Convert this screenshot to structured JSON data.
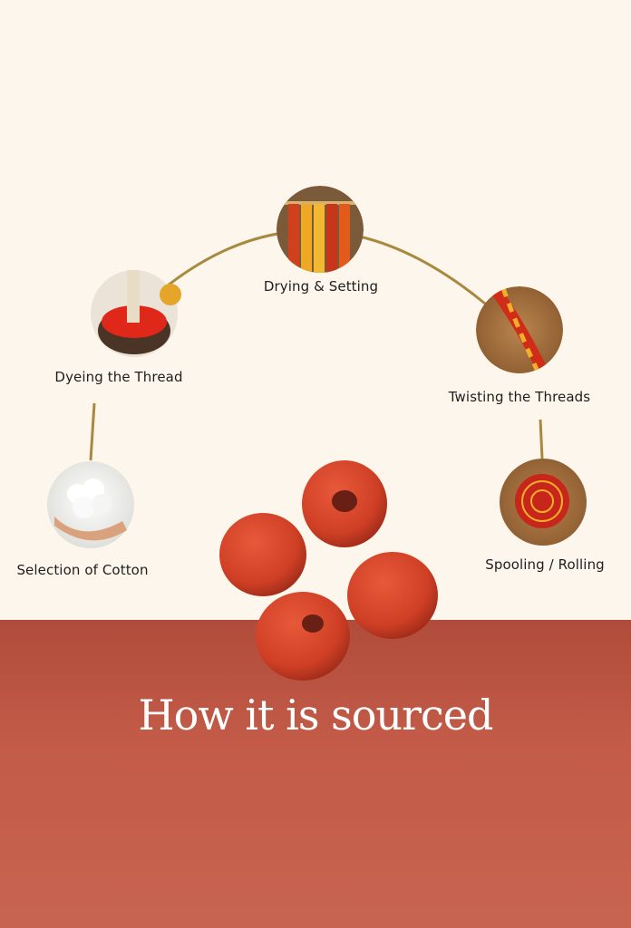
{
  "steps": [
    {
      "label": "Selection of Cotton",
      "icon": "cotton-boll-icon"
    },
    {
      "label": "Dyeing the Thread",
      "icon": "dye-bowl-icon"
    },
    {
      "label": "Drying & Setting",
      "icon": "drying-threads-icon"
    },
    {
      "label": "Twisting the Threads",
      "icon": "twisted-thread-icon"
    },
    {
      "label": "Spooling / Rolling",
      "icon": "thread-spool-icon"
    }
  ],
  "title": "How it is sourced",
  "colors": {
    "background": "#fdf6ec",
    "banner": "#c35b48",
    "connector": "#a8893e",
    "text": "#1e1e1e"
  }
}
